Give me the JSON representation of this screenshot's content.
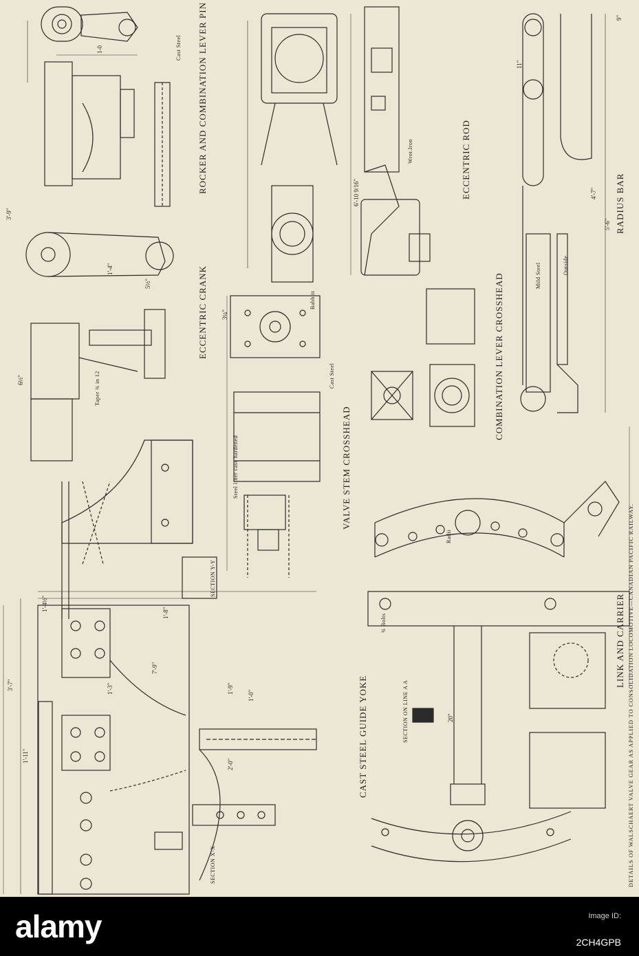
{
  "plate": {
    "caption": "DETAILS OF WALSCHAERT VALVE GEAR AS APPLIED TO CONSOLIDATION LOCOMOTIVE—CANADIAN PACIFIC RAILWAY.",
    "parts": {
      "rocker": "ROCKER AND COMBINATION LEVER PIN",
      "eccentric_crank": "ECCENTRIC CRANK",
      "guide_yoke": "CAST STEEL GUIDE YOKE",
      "eccentric_rod": "ECCENTRIC ROD",
      "valve_stem": "VALVE STEM CROSSHEAD",
      "combination": "COMBINATION LEVER CROSSHEAD",
      "radius_bar": "RADIUS BAR",
      "link_carrier": "LINK AND CARRIER"
    },
    "sections": {
      "yy": "SECTION Y-Y",
      "xx": "SECTION X-X",
      "aa": "SECTION ON LINE A A"
    },
    "notes": {
      "cast_steel": "Cast Steel",
      "cast_steel_2": "Cast Steel",
      "wrought_iron": "Wrot.Iron",
      "mild_steel": "Mild Steel",
      "outside": "Outside",
      "babbitt": "Babbitt",
      "steel_liner": "Steel liner case hardened",
      "taper": "Taper ¾ in 12",
      "bolts": "¾ Bolts",
      "radii": "Radii"
    },
    "dimensions": [
      "1-0",
      "3'-7\"",
      "1'-11\"",
      "5'-6\"",
      "4'-7\"",
      "6'-10 9/16\"",
      "1'-9\"",
      "2'-0\"",
      "1'-0\"",
      "20\"",
      "11\"",
      "9\"",
      "1'-4½\"",
      "1'-8\"",
      "7'-9\"",
      "3'-9\"",
      "1'-3\"",
      "1'-4\"",
      "6½\"",
      "5½\"",
      "3¼\""
    ]
  },
  "footer": {
    "brand": "alamy",
    "stock_prefix": "Image ID:",
    "stock_id": "2CH4GPB"
  }
}
